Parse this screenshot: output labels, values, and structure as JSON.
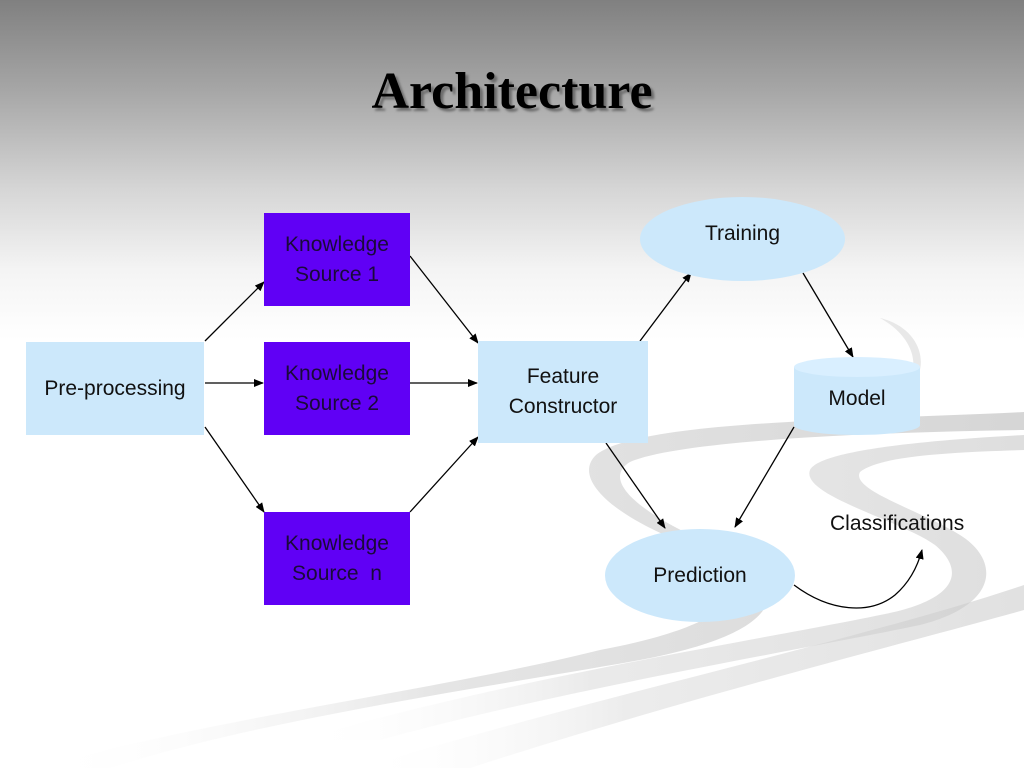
{
  "slide": {
    "title": "Architecture"
  },
  "colors": {
    "light_node": "#cce8fb",
    "knowledge_node": "#6000f5",
    "arrow": "#000000"
  },
  "nodes": {
    "preprocessing": {
      "label": "Pre-processing",
      "shape": "rectangle"
    },
    "ks1": {
      "line1": "Knowledge",
      "line2": "Source 1",
      "shape": "rectangle"
    },
    "ks2": {
      "line1": "Knowledge",
      "line2": "Source 2",
      "shape": "rectangle"
    },
    "ksn": {
      "line1": "Knowledge",
      "line2": "Source  n",
      "shape": "rectangle"
    },
    "feature": {
      "line1": "Feature",
      "line2": "Constructor",
      "shape": "rectangle"
    },
    "training": {
      "label": "Training",
      "shape": "ellipse"
    },
    "model": {
      "label": "Model",
      "shape": "cylinder"
    },
    "prediction": {
      "label": "Prediction",
      "shape": "ellipse"
    },
    "classifications": {
      "label": "Classifications",
      "shape": "text"
    }
  },
  "edges": [
    {
      "from": "Pre-processing",
      "to": "Knowledge Source 1"
    },
    {
      "from": "Pre-processing",
      "to": "Knowledge Source 2"
    },
    {
      "from": "Pre-processing",
      "to": "Knowledge Source n"
    },
    {
      "from": "Knowledge Source 1",
      "to": "Feature Constructor"
    },
    {
      "from": "Knowledge Source 2",
      "to": "Feature Constructor"
    },
    {
      "from": "Knowledge Source n",
      "to": "Feature Constructor"
    },
    {
      "from": "Feature Constructor",
      "to": "Training"
    },
    {
      "from": "Training",
      "to": "Model"
    },
    {
      "from": "Feature Constructor",
      "to": "Prediction"
    },
    {
      "from": "Model",
      "to": "Prediction"
    },
    {
      "from": "Prediction",
      "to": "Classifications"
    }
  ]
}
